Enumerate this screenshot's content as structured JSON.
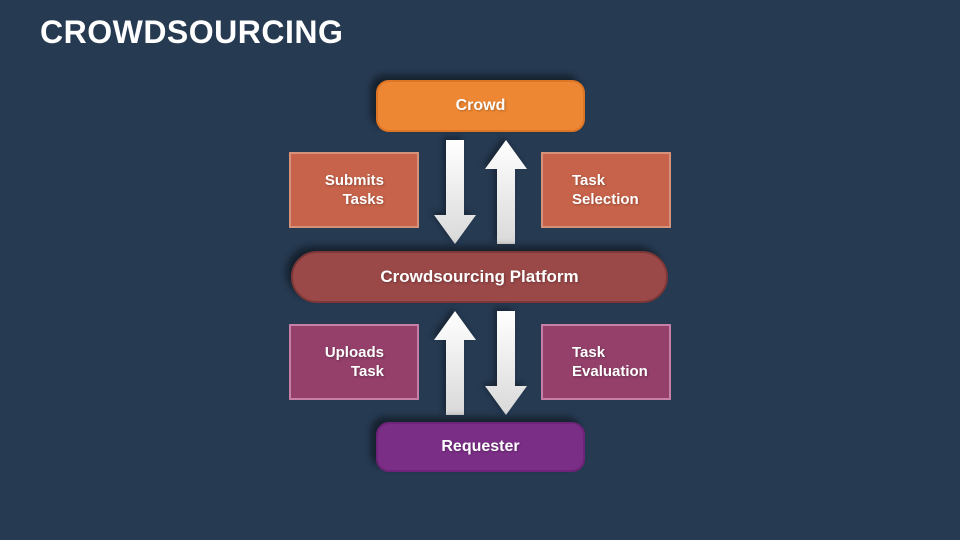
{
  "title": {
    "text": "CROWDSOURCING"
  },
  "nodes": {
    "crowd": {
      "label": "Crowd",
      "fill": "#ed8733",
      "border": "#de7526"
    },
    "submits_tasks": {
      "label": "Submits\nTasks",
      "fill": "#c7634a",
      "border": "#d6917a"
    },
    "task_selection": {
      "label": "Task\nSelection",
      "fill": "#c7634a",
      "border": "#d6917a"
    },
    "platform": {
      "label": "Crowdsourcing Platform",
      "fill": "#9a4848",
      "border": "#7d3737"
    },
    "uploads_task": {
      "label": "Uploads\nTask",
      "fill": "#94406a",
      "border": "#c77fa5"
    },
    "task_evaluation": {
      "label": "Task\nEvaluation",
      "fill": "#94406a",
      "border": "#c77fa5"
    },
    "requester": {
      "label": "Requester",
      "fill": "#7b2e86",
      "border": "#6d2478"
    }
  },
  "arrows": [
    {
      "name": "crowd-to-platform",
      "direction": "down"
    },
    {
      "name": "platform-to-crowd",
      "direction": "up"
    },
    {
      "name": "requester-to-platform",
      "direction": "up"
    },
    {
      "name": "platform-to-requester",
      "direction": "down"
    }
  ],
  "colors": {
    "background": "#263a52",
    "text": "#ffffff",
    "arrow_fill_top": "#ffffff",
    "arrow_fill_bottom": "#d9d9d9"
  }
}
